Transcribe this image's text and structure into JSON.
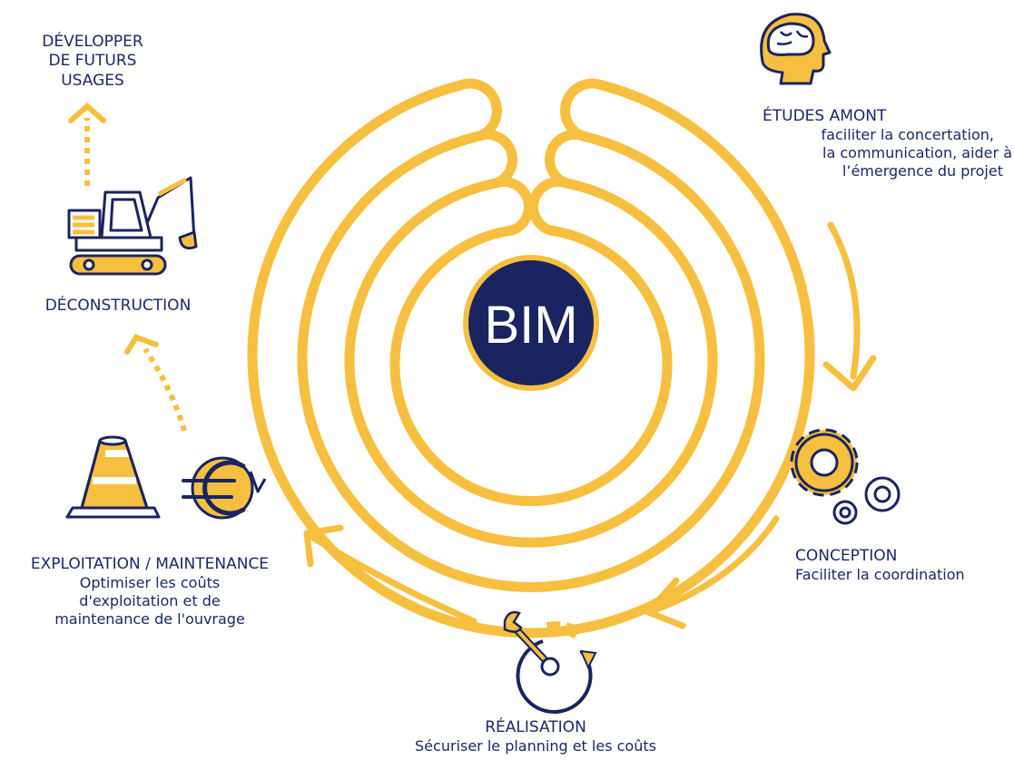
{
  "center": {
    "label": "BIM"
  },
  "colors": {
    "accent": "#f7bf3f",
    "navy": "#1a2461",
    "text": "#1c2766"
  },
  "phases": {
    "future": {
      "title_line1": "DÉVELOPPER",
      "title_line2": "DE FUTURS USAGES"
    },
    "deconstruction": {
      "title": "DÉCONSTRUCTION"
    },
    "etudes": {
      "title": "ÉTUDES AMONT",
      "line1": "faciliter la concertation,",
      "line2": "la communication, aider à",
      "line3": "l’émergence du projet"
    },
    "conception": {
      "title": "CONCEPTION",
      "line1": "Faciliter la coordination"
    },
    "realisation": {
      "title": "RÉALISATION",
      "line1": "Sécuriser le planning et les coûts"
    },
    "exploitation": {
      "title": "EXPLOITATION / MAINTENANCE",
      "line1": "Optimiser les coûts",
      "line2": "d'exploitation et de",
      "line3": "maintenance de l'ouvrage"
    }
  },
  "icons": {
    "etudes": "brain-head-icon",
    "conception": "gears-icon",
    "realisation": "stopwatch-wrench-icon",
    "exploitation_a": "traffic-cone-icon",
    "exploitation_b": "euro-icon",
    "deconstruction": "excavator-icon"
  }
}
